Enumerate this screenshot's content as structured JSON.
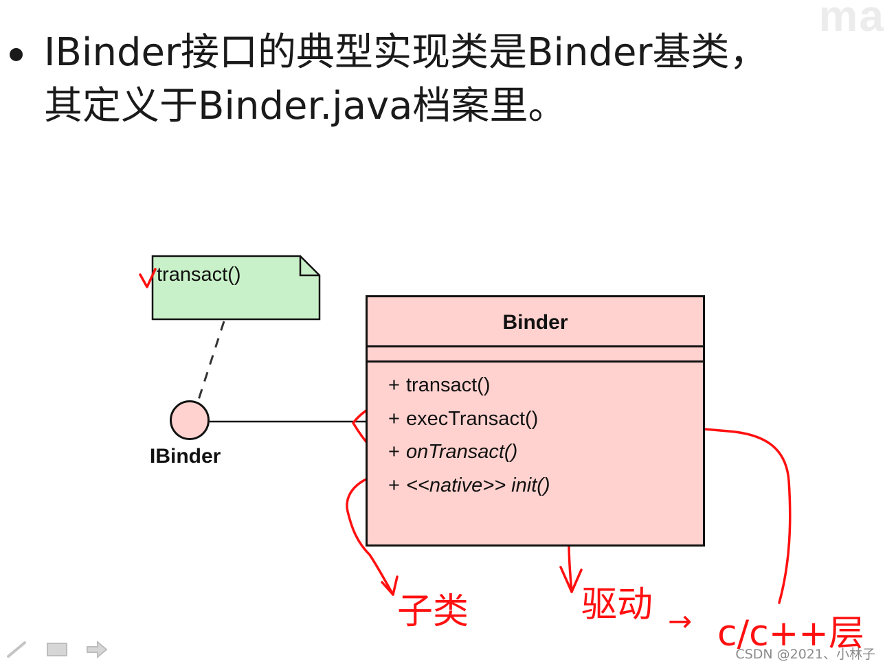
{
  "slide": {
    "corner_mark": "ma",
    "bullet_lines": [
      "IBinder接口的典型实现类是Binder基类，",
      "其定义于Binder.java档案里。"
    ]
  },
  "diagram": {
    "note": {
      "text": "transact()",
      "color": "#c9f1c9"
    },
    "interface": {
      "label": "IBinder",
      "color": "#ffd2cf"
    },
    "class": {
      "name": "Binder",
      "color": "#ffd2cf",
      "members": [
        {
          "visibility": "+",
          "name": "transact()",
          "italic": false
        },
        {
          "visibility": "+",
          "name": "execTransact()",
          "italic": false
        },
        {
          "visibility": "+",
          "name": "onTransact()",
          "italic": true
        },
        {
          "visibility": "+",
          "name": "<<native>> init()",
          "italic": true
        }
      ]
    }
  },
  "annotations": {
    "color": "#ff1010",
    "left_note": "子类",
    "middle_note": "驱动",
    "arrow": "→",
    "right_note": "c/c++层",
    "checkmark": "v"
  },
  "toolbar": {
    "icons": [
      "pen-icon",
      "slide-icon",
      "next-arrow-icon"
    ]
  },
  "watermark": "CSDN @2021、小林子"
}
